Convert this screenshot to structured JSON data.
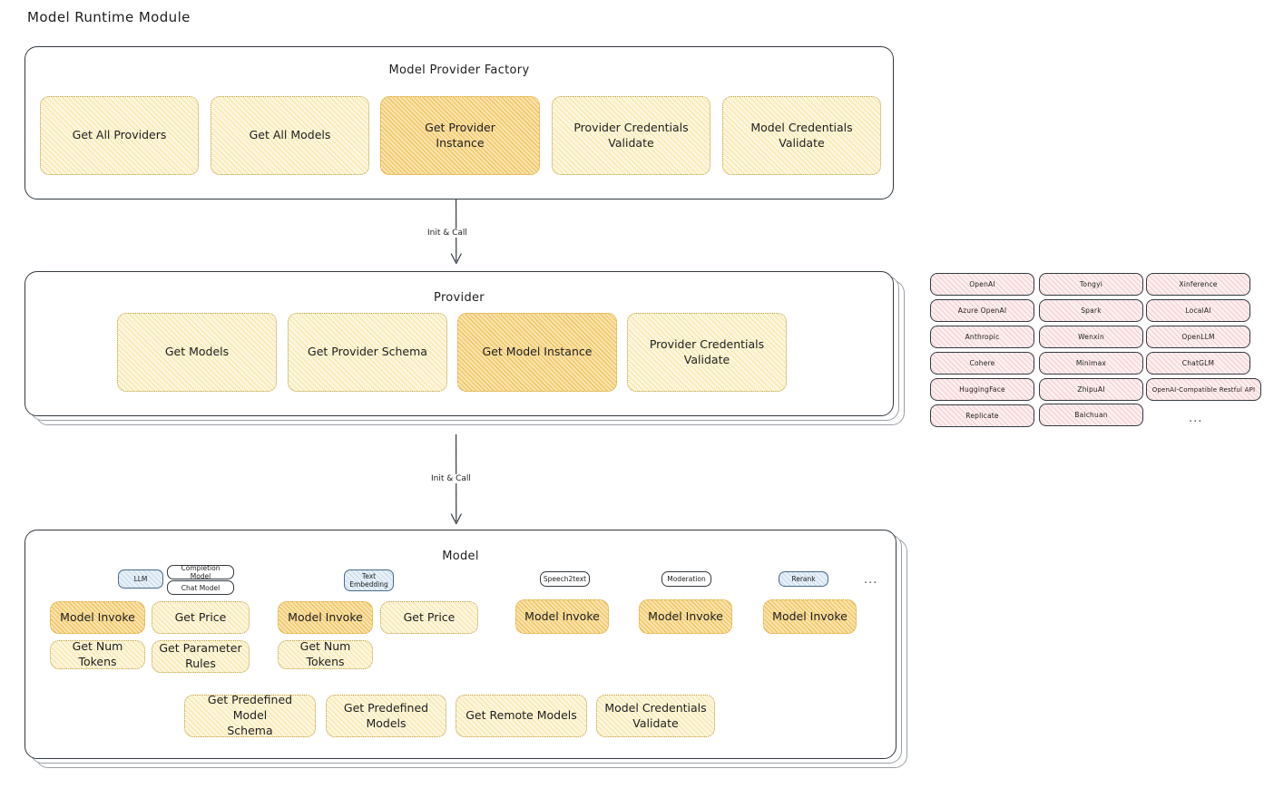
{
  "page": {
    "title": "Model Runtime Module"
  },
  "colors": {
    "stroke": "#343a40",
    "box_fill": "#fdf6dd",
    "box_fill_strong": "#fbe3ab",
    "pill_fill": "#fdeff0",
    "tag_blue": "#e7f0f8",
    "background": "#ffffff"
  },
  "factory": {
    "title": "Model Provider Factory",
    "methods": [
      {
        "label": "Get All Providers",
        "highlight": false
      },
      {
        "label": "Get All Models",
        "highlight": false
      },
      {
        "label": "Get Provider\nInstance",
        "highlight": true
      },
      {
        "label": "Provider Credentials\nValidate",
        "highlight": false
      },
      {
        "label": "Model Credentials\nValidate",
        "highlight": false
      }
    ]
  },
  "arrows": [
    {
      "label": "Init & Call",
      "from": "Model Provider Factory",
      "to": "Provider"
    },
    {
      "label": "Init & Call",
      "from": "Provider",
      "to": "Model"
    }
  ],
  "provider": {
    "title": "Provider",
    "methods": [
      {
        "label": "Get Models",
        "highlight": false
      },
      {
        "label": "Get Provider Schema",
        "highlight": false
      },
      {
        "label": "Get Model Instance",
        "highlight": true
      },
      {
        "label": "Provider Credentials\nValidate",
        "highlight": false
      }
    ]
  },
  "provider_list": {
    "columns": [
      {
        "items": [
          "OpenAI",
          "Azure OpenAI",
          "Anthropic",
          "Cohere",
          "HuggingFace",
          "Replicate"
        ]
      },
      {
        "items": [
          "Tongyi",
          "Spark",
          "Wenxin",
          "Minimax",
          "ZhipuAI",
          "Baichuan"
        ]
      },
      {
        "items": [
          "Xinference",
          "LocalAI",
          "OpenLLM",
          "ChatGLM",
          "OpenAI-Compatible Restful API"
        ]
      }
    ],
    "more": "..."
  },
  "model": {
    "title": "Model",
    "more": "...",
    "groups": [
      {
        "tags": [
          {
            "label": "LLM",
            "style": "blue"
          },
          {
            "label": "Completion Model",
            "style": "white"
          },
          {
            "label": "Chat Model",
            "style": "white"
          }
        ],
        "methods": [
          {
            "label": "Model Invoke",
            "highlight": true
          },
          {
            "label": "Get Price",
            "highlight": false
          },
          {
            "label": "Get Num Tokens",
            "highlight": false
          },
          {
            "label": "Get Parameter\nRules",
            "highlight": false
          }
        ]
      },
      {
        "tags": [
          {
            "label": "Text\nEmbedding",
            "style": "blue"
          }
        ],
        "methods": [
          {
            "label": "Model Invoke",
            "highlight": true
          },
          {
            "label": "Get Price",
            "highlight": false
          },
          {
            "label": "Get Num Tokens",
            "highlight": false
          }
        ]
      },
      {
        "tags": [
          {
            "label": "Speech2text",
            "style": "white"
          }
        ],
        "methods": [
          {
            "label": "Model Invoke",
            "highlight": true
          }
        ]
      },
      {
        "tags": [
          {
            "label": "Moderation",
            "style": "white"
          }
        ],
        "methods": [
          {
            "label": "Model Invoke",
            "highlight": true
          }
        ]
      },
      {
        "tags": [
          {
            "label": "Rerank",
            "style": "blue"
          }
        ],
        "methods": [
          {
            "label": "Model Invoke",
            "highlight": true
          }
        ]
      }
    ],
    "shared_methods": [
      {
        "label": "Get Predefined Model\nSchema"
      },
      {
        "label": "Get Predefined\nModels"
      },
      {
        "label": "Get Remote Models"
      },
      {
        "label": "Model Credentials\nValidate"
      }
    ]
  }
}
